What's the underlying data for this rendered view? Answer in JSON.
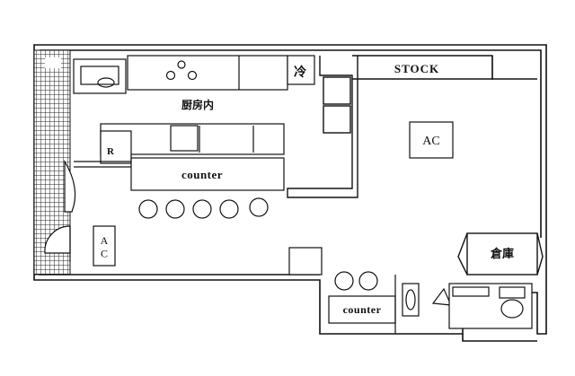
{
  "floorplan": {
    "labels": {
      "stock": "STOCK",
      "cold": "冷",
      "kitchen": "厨房内",
      "ac_main": "AC",
      "ac_side": "A\nC",
      "refrigerator": "R",
      "counter_bar": "counter",
      "counter_small": "counter",
      "storage": "倉庫"
    },
    "bar_stool_count": 5,
    "small_counter_stool_count": 2
  }
}
